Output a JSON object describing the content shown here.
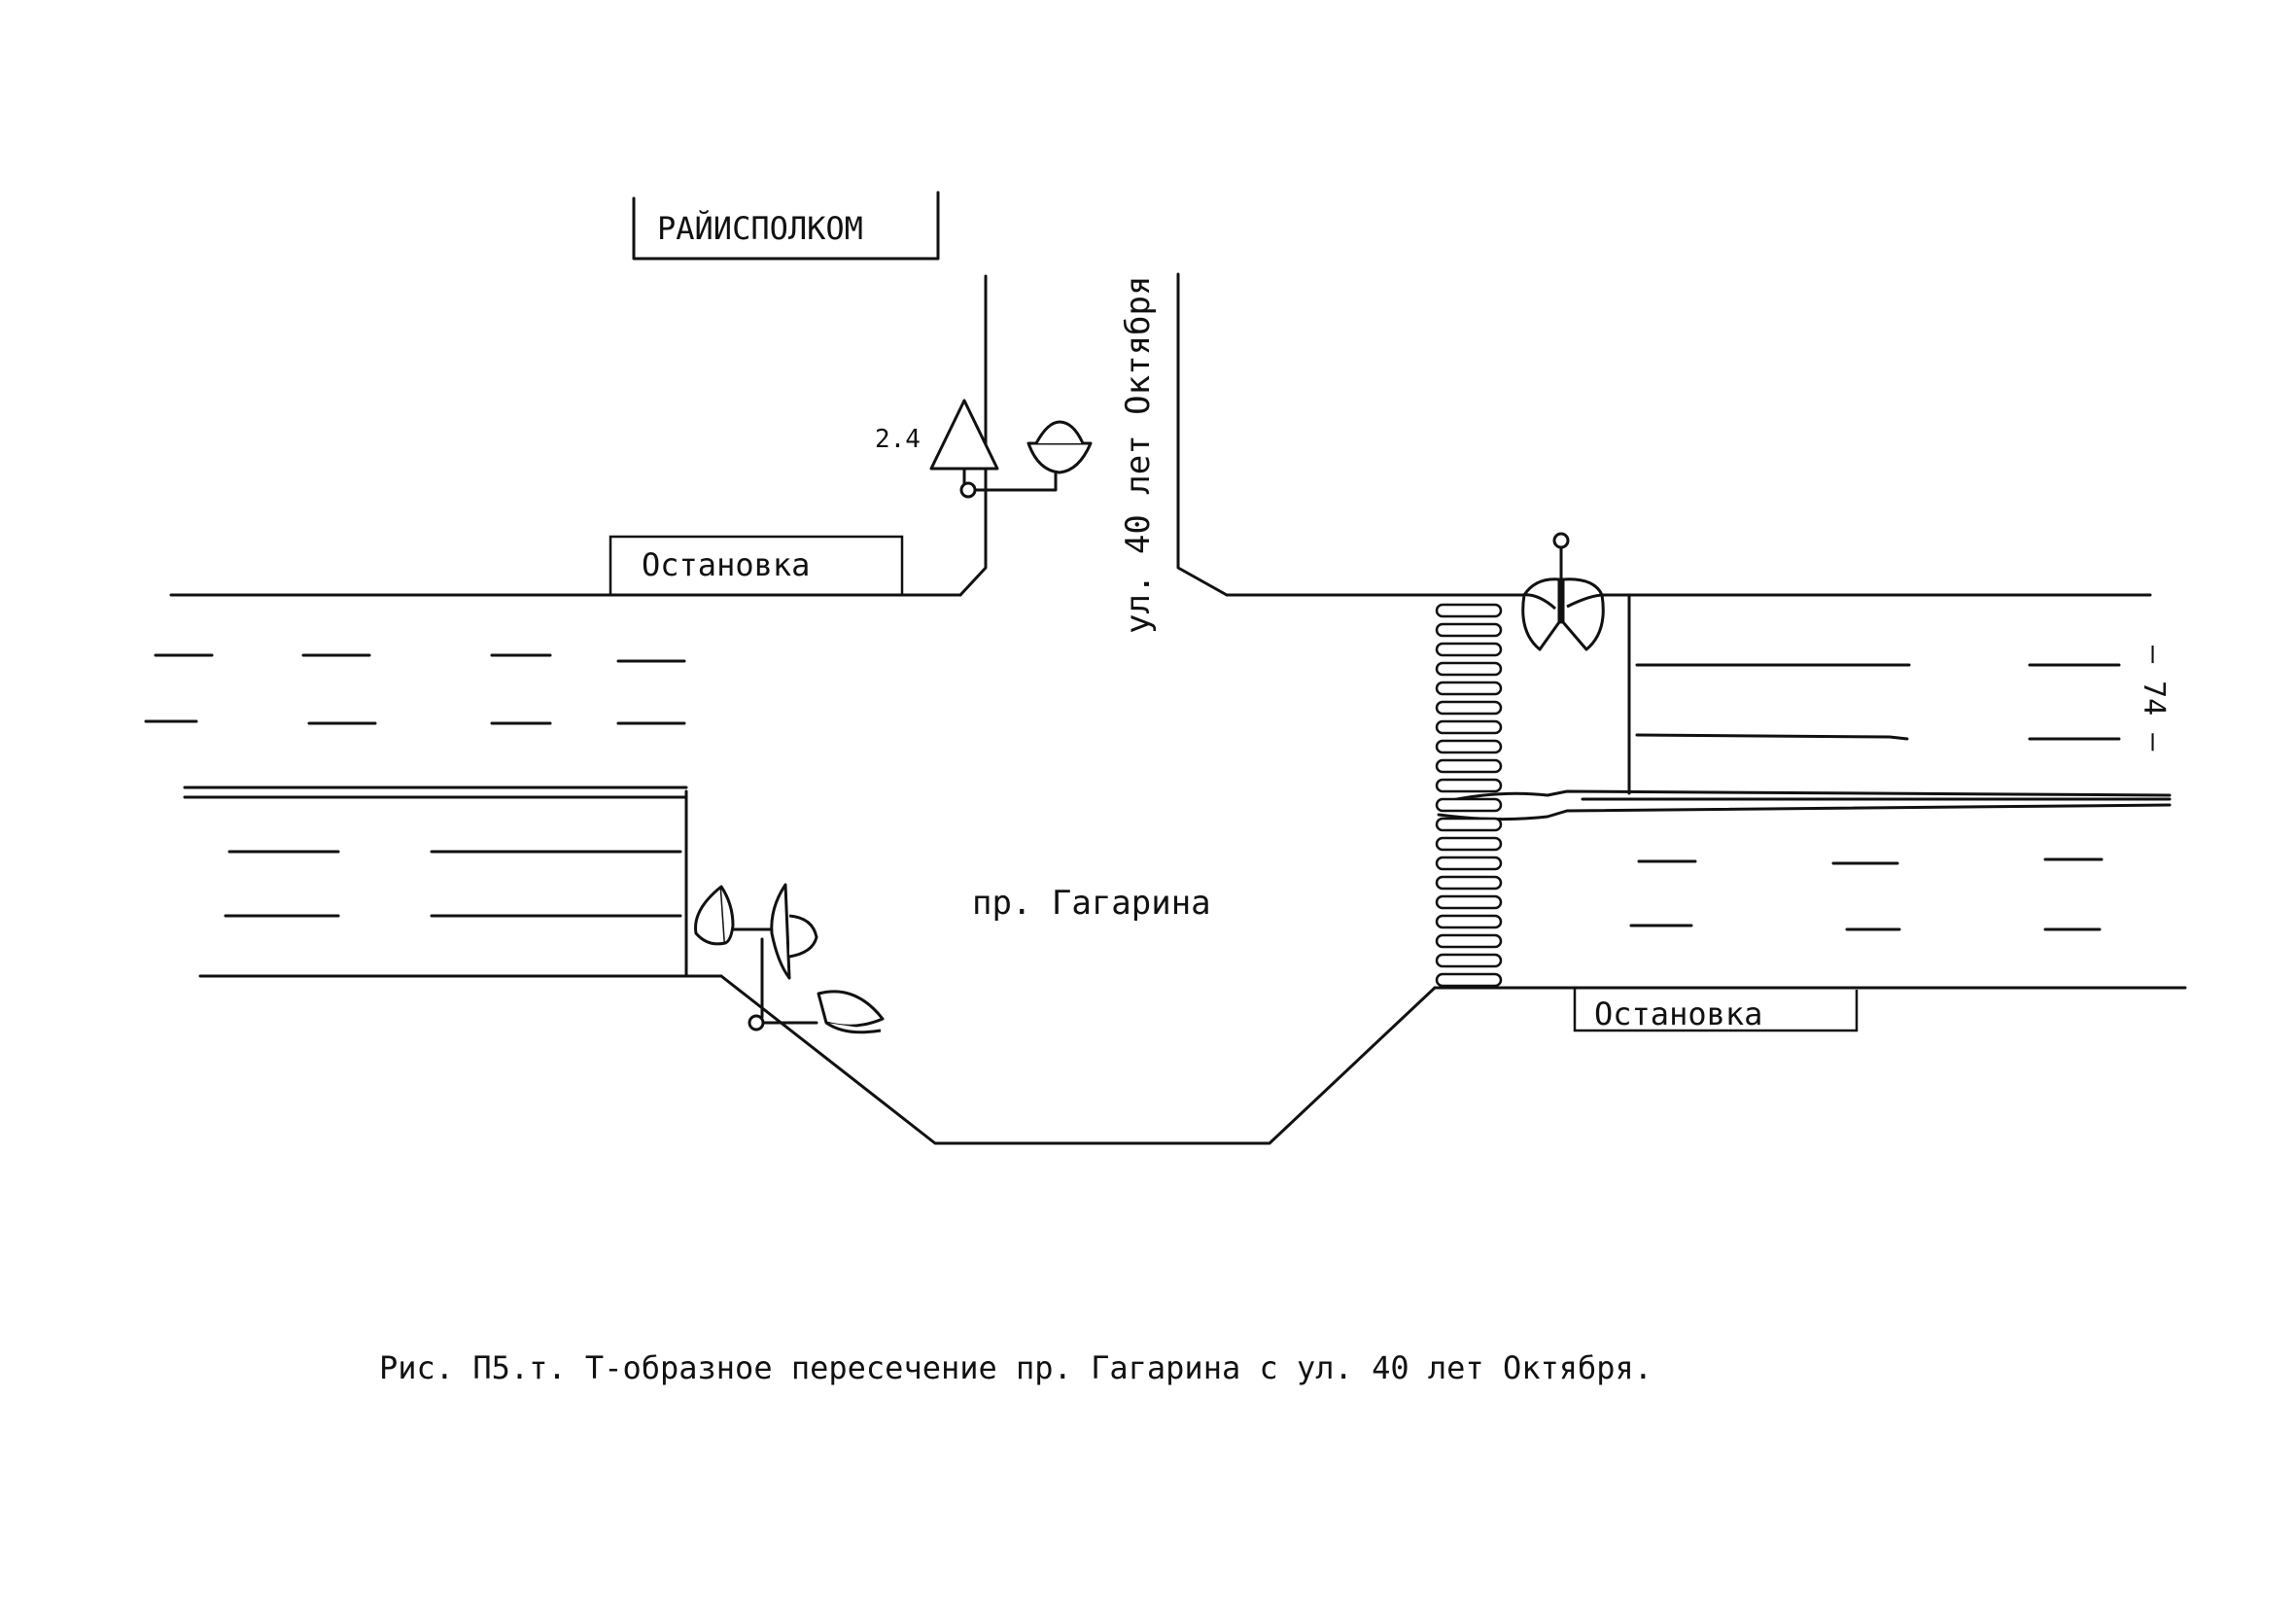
{
  "labels": {
    "building": "РАЙИСПОЛКОМ",
    "bus_stop_top": "Остановка",
    "bus_stop_bottom": "Остановка",
    "side_street": "ул. 40 лет Октября",
    "main_street": "пр. Гагарина",
    "sign_number": "2.4",
    "page_number": "– 74 –"
  },
  "caption": "Рис. П5.т. Т-образное пересечение пр.  Гагарина с ул. 40 лет Октября.",
  "colors": {
    "ink": "#111111",
    "paper": "#ffffff"
  },
  "icons": [
    "yield-sign-icon",
    "traffic-light-icon",
    "pedestrian-crossing-icon"
  ]
}
